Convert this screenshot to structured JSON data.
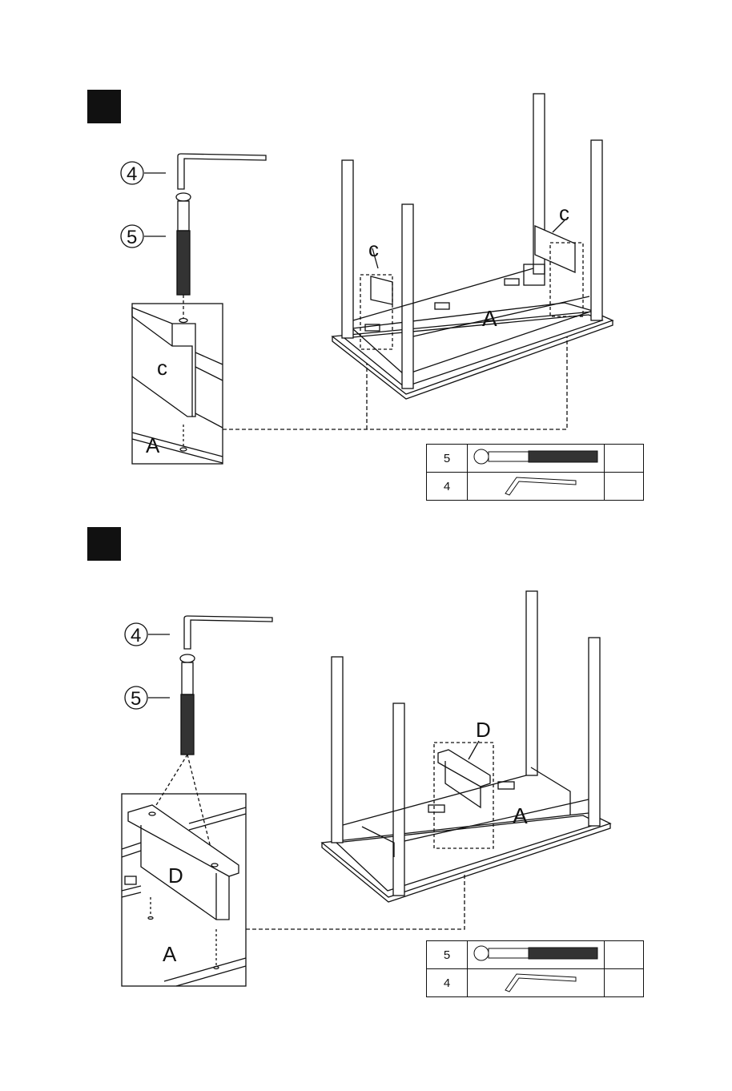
{
  "step1": {
    "callouts": {
      "tool": "4",
      "bolt": "5"
    },
    "detail_labels": {
      "part_c": "c",
      "part_a": "A"
    },
    "main_labels": {
      "part_c_left": "c",
      "part_c_right": "c",
      "part_a": "A"
    },
    "parts": [
      {
        "number": "5",
        "icon": "bolt-icon",
        "qty": ""
      },
      {
        "number": "4",
        "icon": "allen-key-icon",
        "qty": ""
      }
    ]
  },
  "step2": {
    "callouts": {
      "tool": "4",
      "bolt": "5"
    },
    "detail_labels": {
      "part_d": "D",
      "part_a": "A"
    },
    "main_labels": {
      "part_d": "D",
      "part_a": "A"
    },
    "parts": [
      {
        "number": "5",
        "icon": "bolt-icon",
        "qty": ""
      },
      {
        "number": "4",
        "icon": "allen-key-icon",
        "qty": ""
      }
    ]
  }
}
